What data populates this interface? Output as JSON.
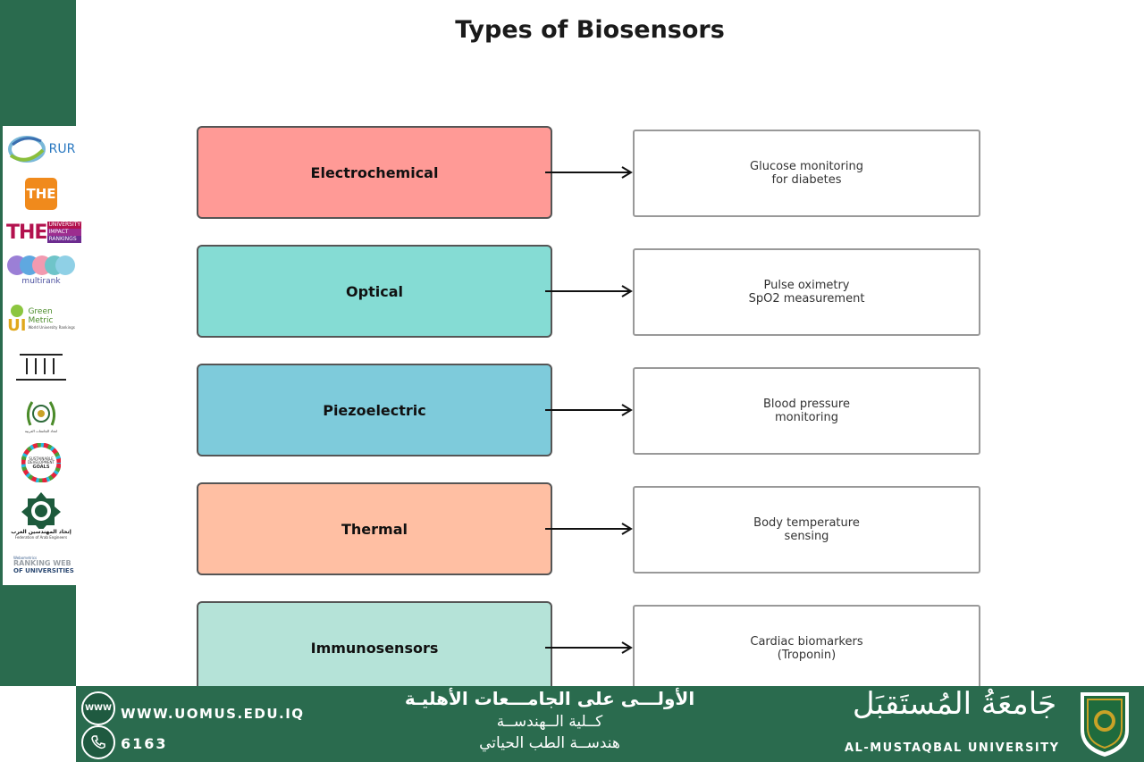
{
  "slide": {
    "title": "Types of Biosensors"
  },
  "colors": {
    "brand_green": "#2a6b4e",
    "electrochemical": "#ff9a96",
    "optical": "#85dcd4",
    "piezoelectric": "#7ecbdb",
    "thermal": "#ffbfa3",
    "immunosensors": "#b5e3d8"
  },
  "diagram": {
    "rows": [
      {
        "type": "Electrochemical",
        "app_line1": "Glucose monitoring",
        "app_line2": "for diabetes"
      },
      {
        "type": "Optical",
        "app_line1": "Pulse oximetry",
        "app_line2": "SpO2 measurement"
      },
      {
        "type": "Piezoelectric",
        "app_line1": "Blood pressure",
        "app_line2": "monitoring"
      },
      {
        "type": "Thermal",
        "app_line1": "Body temperature",
        "app_line2": "sensing"
      },
      {
        "type": "Immunosensors",
        "app_line1": "Cardiac biomarkers",
        "app_line2": "(Troponin)"
      }
    ]
  },
  "sidebar": {
    "logos": {
      "rur": "RUR",
      "the": "THE",
      "the_impact_main": "THE",
      "the_impact_1": "UNIVERSITY",
      "the_impact_2": "IMPACT",
      "the_impact_3": "RANKINGS",
      "multirank": "multirank",
      "greenmetric_ui": "UI",
      "greenmetric_1": "Green",
      "greenmetric_2": "Metric",
      "greenmetric_3": "World University Rankings",
      "arab_union": "اتحاد الجامعات العربية",
      "sdg_1": "SUSTAINABLE",
      "sdg_2": "DEVELOPMENT",
      "sdg_3": "GOALS",
      "arab_engineers_ar": "إتحاد المهندسين العرب",
      "arab_engineers_en": "Federation of Arab Engineers",
      "webometrics_1": "Webometrics",
      "webometrics_2": "RANKING WEB",
      "webometrics_3": "OF UNIVERSITIES"
    }
  },
  "footer": {
    "website": "WWW.UOMUS.EDU.IQ",
    "www_icon_label": "WWW",
    "phone": "6163",
    "arabic_line1": "الأولـــى على الجامـــعات الأهليـة",
    "arabic_line2": "كــلية الــهندســة",
    "arabic_line3": "هندســة الطب الحياتي",
    "university_ar": "جَامعَةُ المُستَقبَل",
    "university_en": "AL-MUSTAQBAL UNIVERSITY"
  }
}
